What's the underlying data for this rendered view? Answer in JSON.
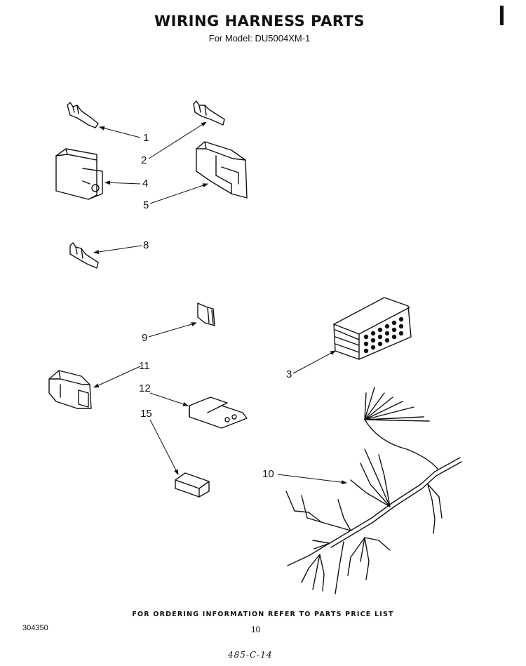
{
  "title": "WIRING HARNESS PARTS",
  "subtitle": "For Model: DU5004XM-1",
  "callouts": [
    "1",
    "2",
    "4",
    "5",
    "8",
    "9",
    "3",
    "11",
    "12",
    "15",
    "10"
  ],
  "footer": {
    "ordering_note": "FOR ORDERING INFORMATION REFER TO PARTS PRICE LIST",
    "doc_number": "304350",
    "page_number": "10",
    "handwritten_code": "485-C-14"
  }
}
